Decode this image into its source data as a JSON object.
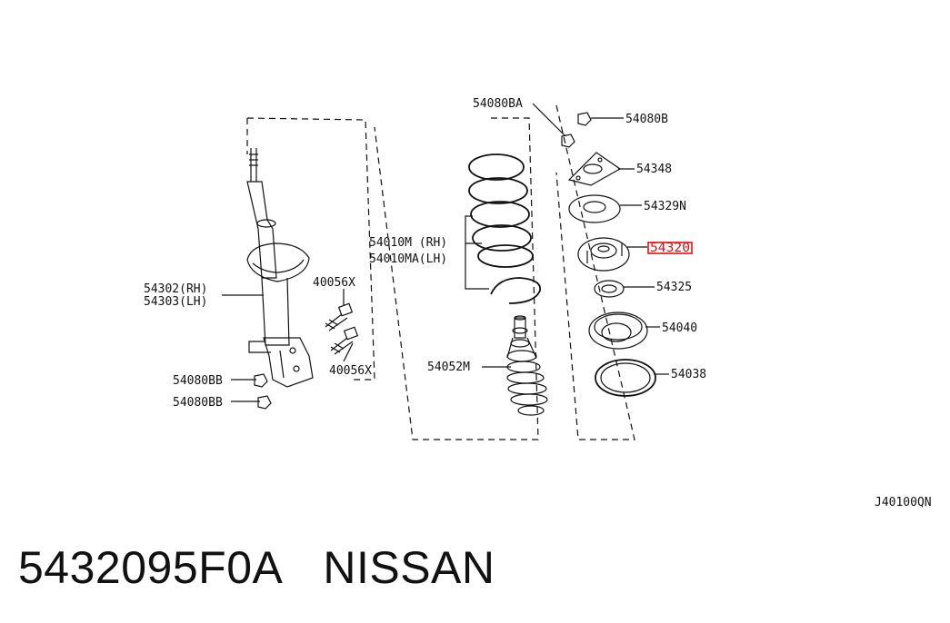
{
  "diagram_code": "J40100QN",
  "caption": {
    "part_number": "5432095F0A",
    "brand": "NISSAN"
  },
  "labels": {
    "strut_rh": "54302(RH)",
    "strut_lh": "54303(LH)",
    "bolt_upper": "40056X",
    "bolt_lower": "40056X",
    "nut_upper": "54080BB",
    "nut_lower": "54080BB",
    "spring_rh": "54010M (RH)",
    "spring_lh": "54010MA(LH)",
    "bumper": "54052M",
    "nut_top_a": "54080BA",
    "nut_top_b": "54080B",
    "plate": "54348",
    "insulator_upper": "54329N",
    "mount_highlighted": "54320",
    "bearing": "54325",
    "seat": "54040",
    "seat_rubber": "54038"
  },
  "highlight_color": "#e01010"
}
